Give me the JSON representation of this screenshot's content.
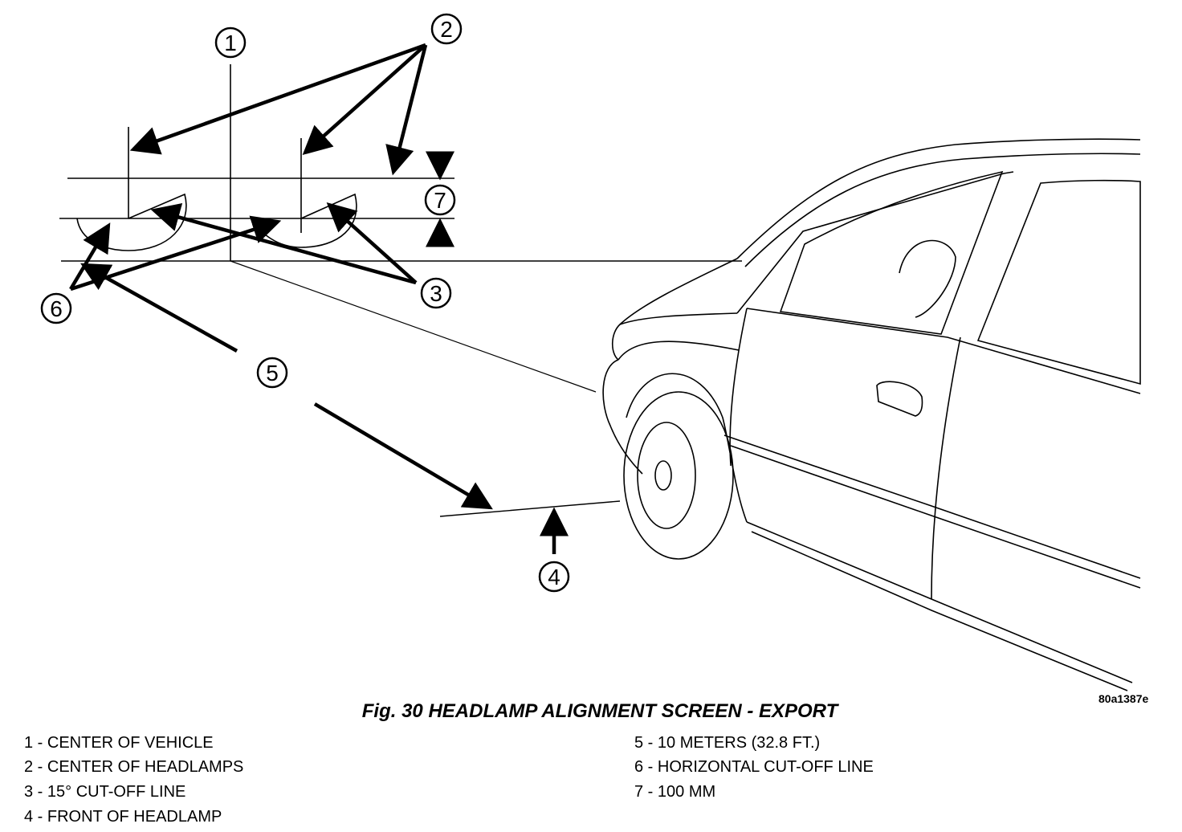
{
  "figure": {
    "image_code": "80a1387e",
    "caption": "Fig. 30 HEADLAMP ALIGNMENT SCREEN - EXPORT",
    "callouts": [
      "1",
      "2",
      "3",
      "4",
      "5",
      "6",
      "7"
    ],
    "legend": [
      "1 - CENTER OF VEHICLE",
      "2 - CENTER OF HEADLAMPS",
      "3 - 15° CUT-OFF LINE",
      "4 - FRONT OF HEADLAMP",
      "5 - 10 METERS (32.8 FT.)",
      "6 - HORIZONTAL CUT-OFF LINE",
      "7 - 100 MM"
    ]
  }
}
